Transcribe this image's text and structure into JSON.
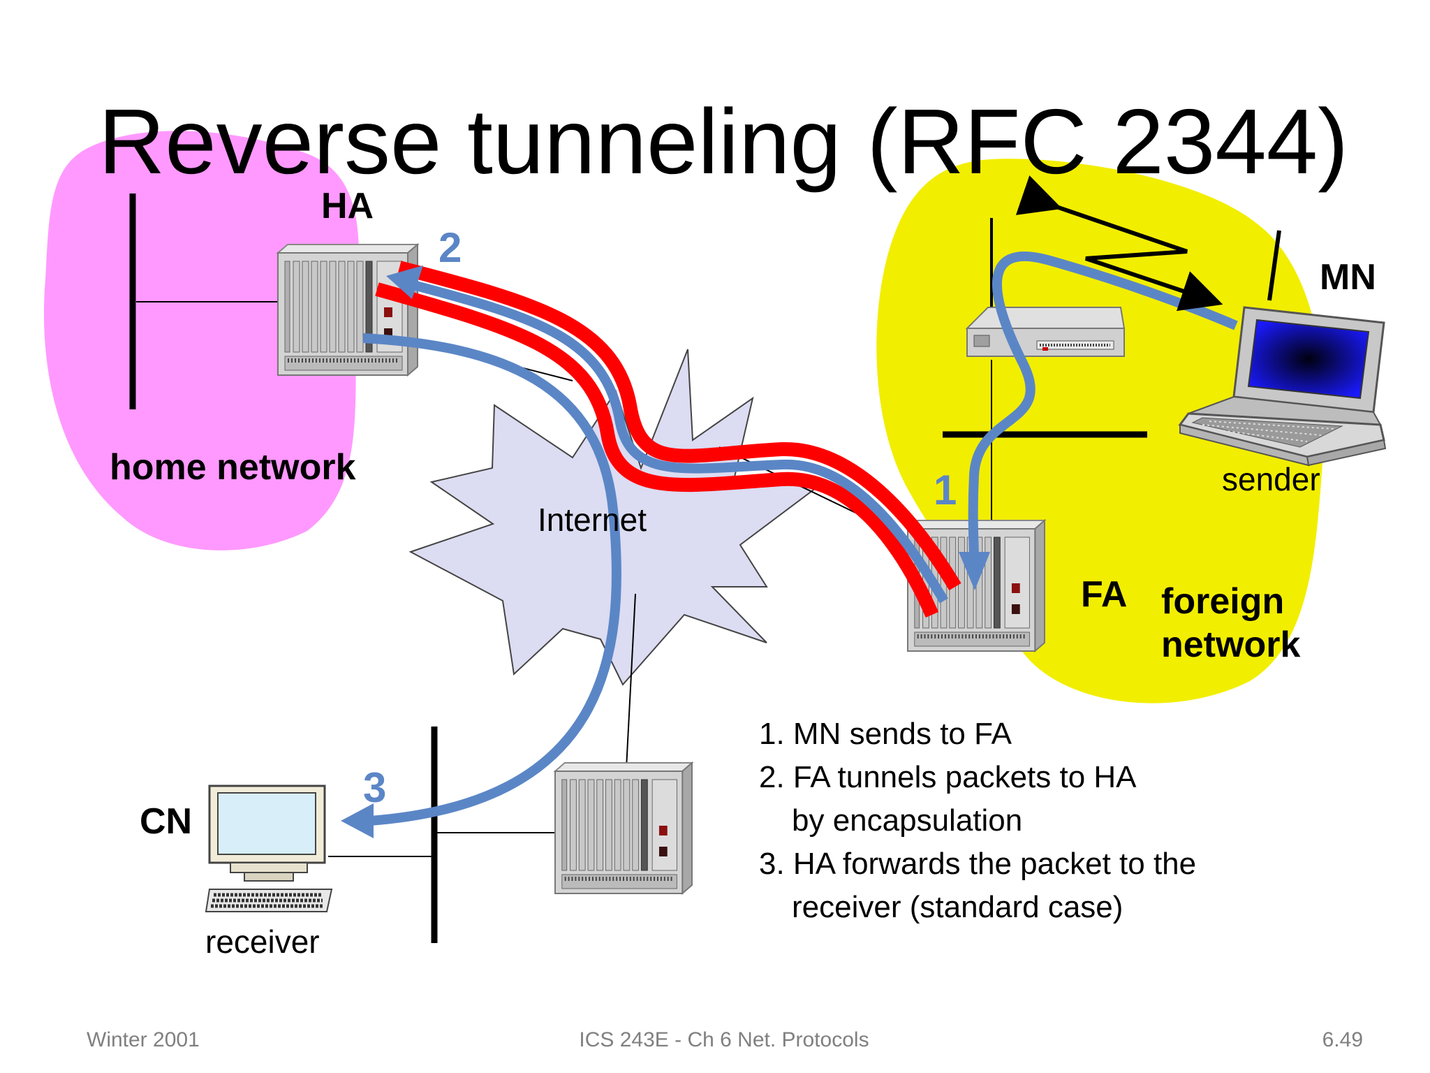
{
  "slide": {
    "title": "Reverse tunneling (RFC 2344)"
  },
  "labels": {
    "ha": "HA",
    "mn": "MN",
    "fa": "FA",
    "cn": "CN",
    "home_network": "home network",
    "foreign_network_line1": "foreign",
    "foreign_network_line2": "network",
    "internet": "Internet",
    "sender": "sender",
    "receiver": "receiver"
  },
  "step_markers": [
    "1",
    "2",
    "3"
  ],
  "steps": [
    {
      "line1": "1. MN sends to FA"
    },
    {
      "line1": "2. FA tunnels packets to HA",
      "line2": "by encapsulation"
    },
    {
      "line1": "3. HA forwards the packet to the",
      "line2": "receiver (standard case)"
    }
  ],
  "footer": {
    "left": "Winter 2001",
    "center": "ICS 243E - Ch 6 Net. Protocols",
    "right": "6.49"
  },
  "colors": {
    "home_network": "#ff99ff",
    "foreign_network": "#f2ee00",
    "internet": "#dcdcf2",
    "tunnel": "#ff0000",
    "packet_path": "#5b86c6"
  },
  "icons": [
    "router-rack-icon",
    "laptop-icon",
    "desktop-computer-icon",
    "access-point-icon"
  ]
}
